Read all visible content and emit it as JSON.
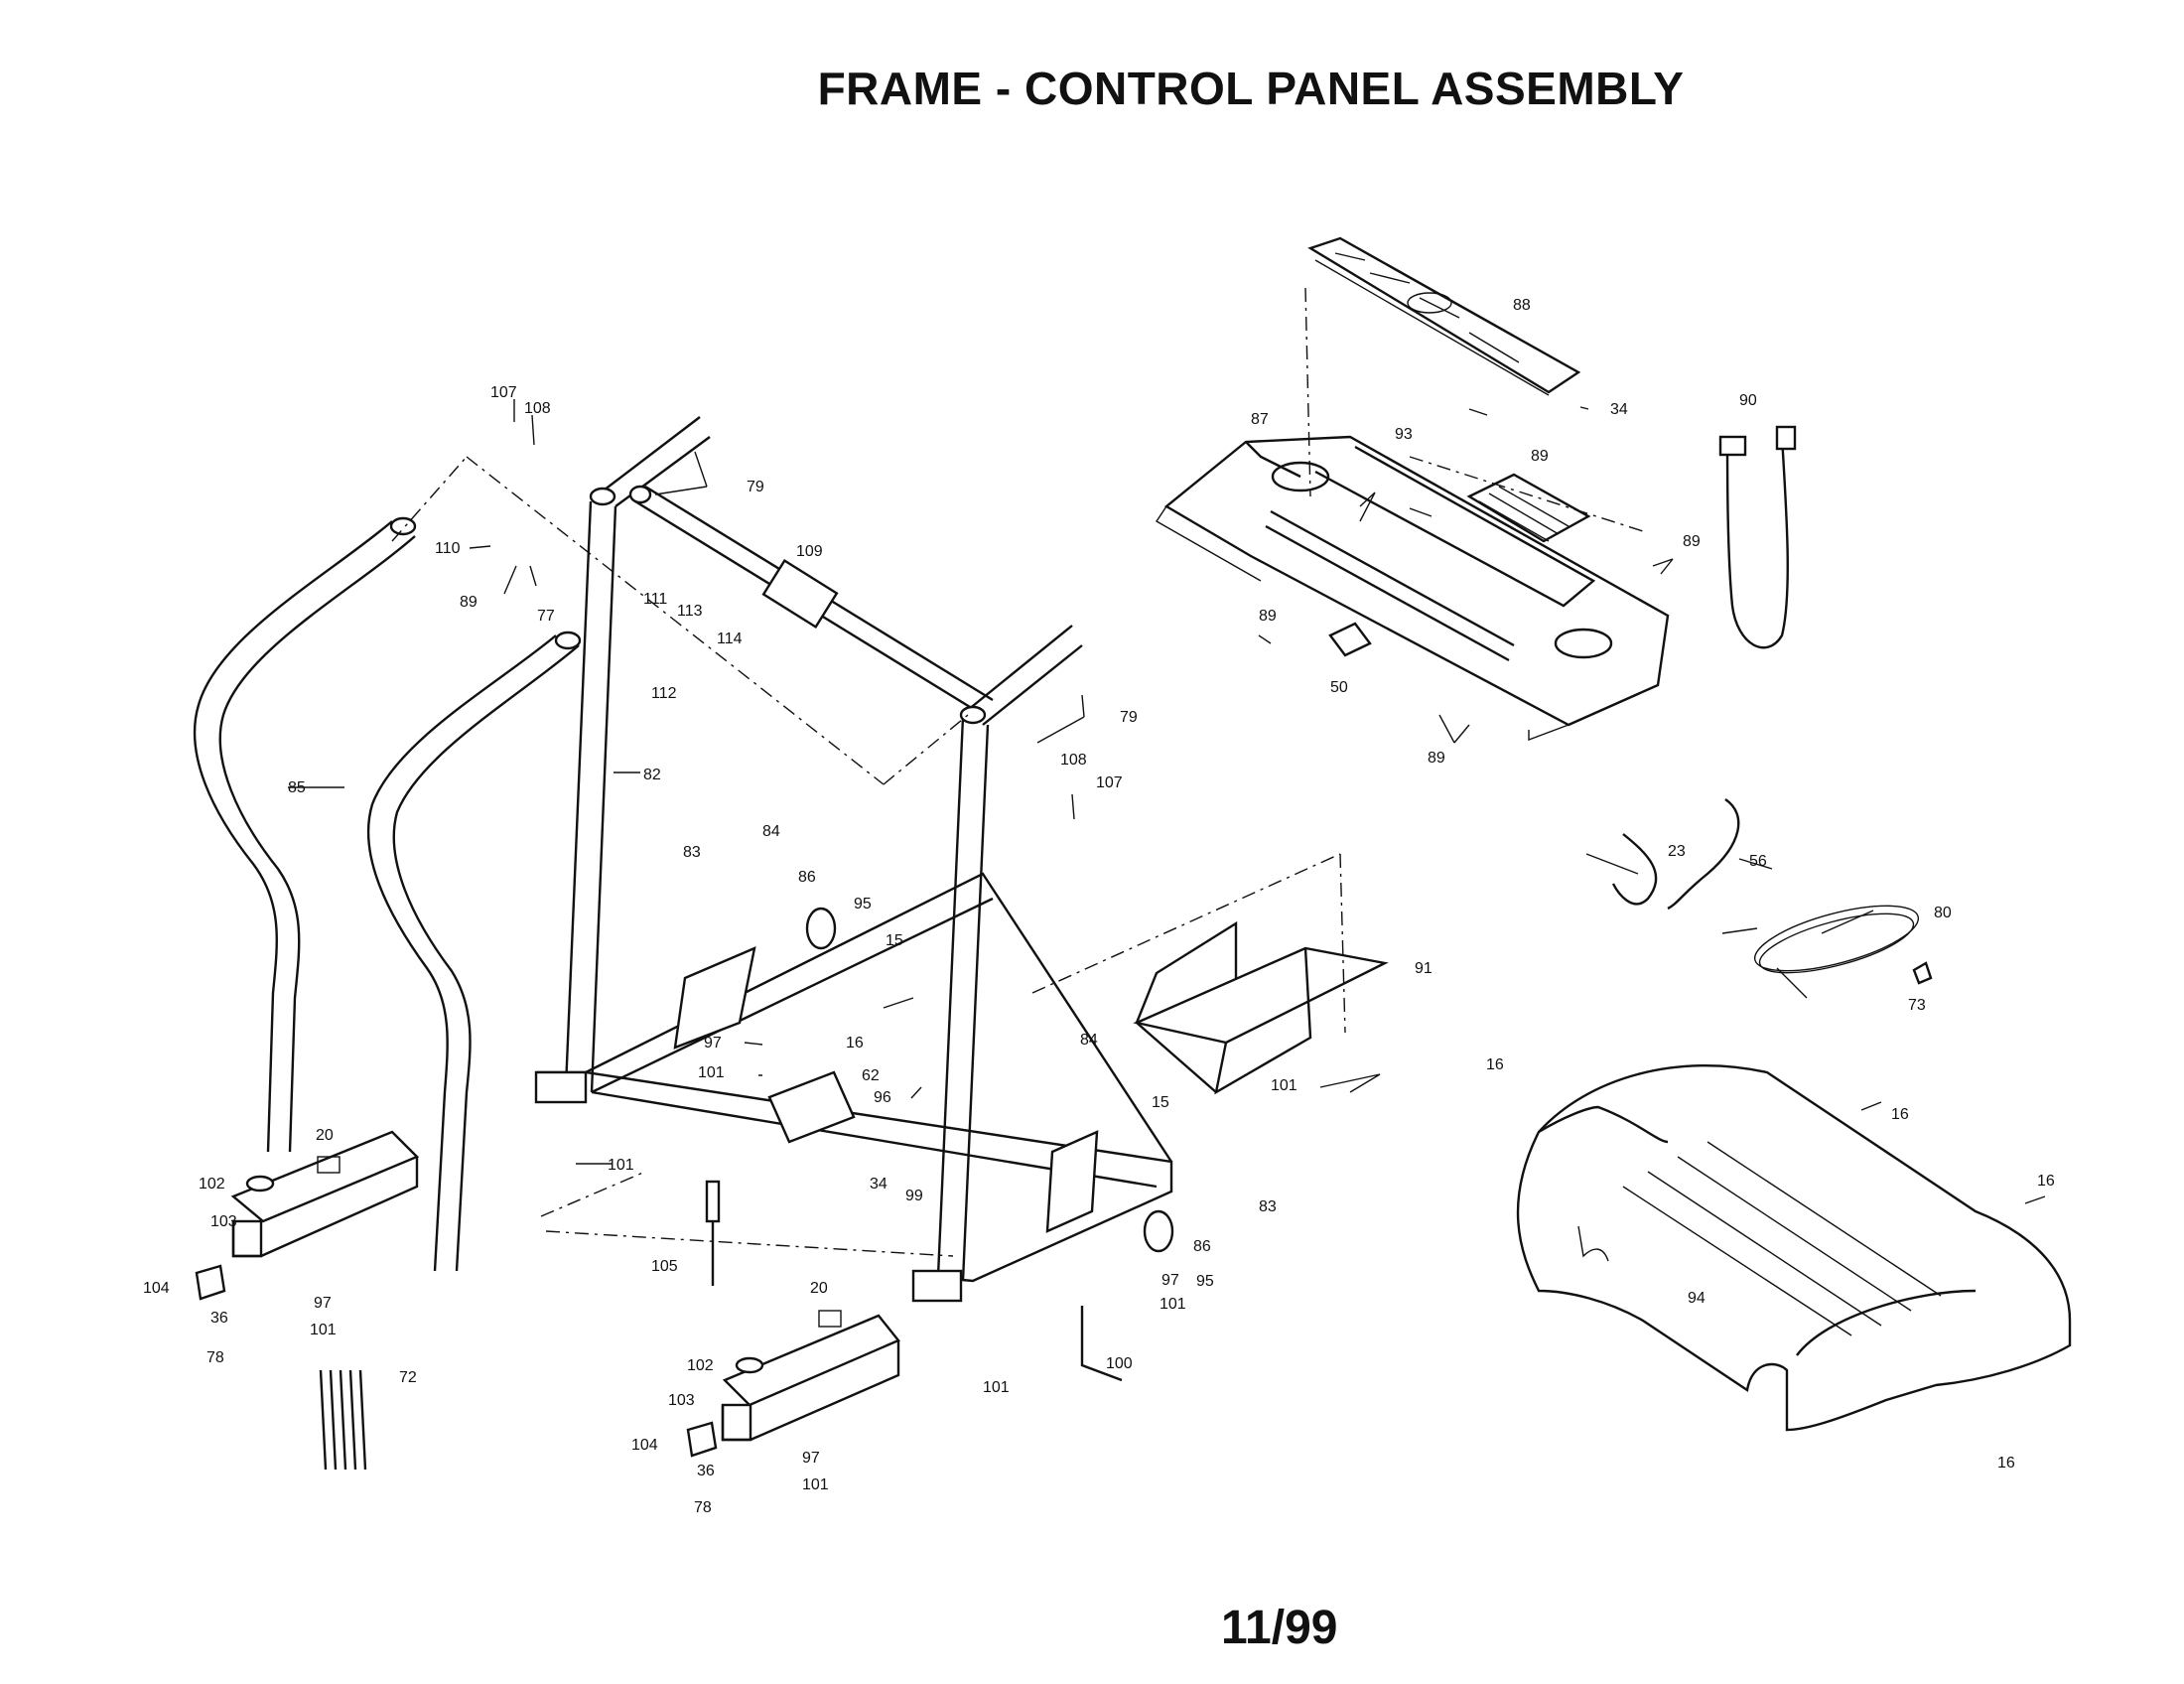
{
  "title": "FRAME - CONTROL PANEL ASSEMBLY",
  "page_number": "11/99",
  "callouts": [
    {
      "id": "107a",
      "text": "107"
    },
    {
      "id": "108a",
      "text": "108"
    },
    {
      "id": "79a",
      "text": "79"
    },
    {
      "id": "110",
      "text": "110"
    },
    {
      "id": "89a",
      "text": "89"
    },
    {
      "id": "77",
      "text": "77"
    },
    {
      "id": "109",
      "text": "109"
    },
    {
      "id": "111",
      "text": "111"
    },
    {
      "id": "113",
      "text": "113"
    },
    {
      "id": "114",
      "text": "114"
    },
    {
      "id": "112",
      "text": "112"
    },
    {
      "id": "79b",
      "text": "79"
    },
    {
      "id": "108b",
      "text": "108"
    },
    {
      "id": "107b",
      "text": "107"
    },
    {
      "id": "85",
      "text": "85"
    },
    {
      "id": "82",
      "text": "82"
    },
    {
      "id": "84a",
      "text": "84"
    },
    {
      "id": "83a",
      "text": "83"
    },
    {
      "id": "86a",
      "text": "86"
    },
    {
      "id": "95a",
      "text": "95"
    },
    {
      "id": "15a",
      "text": "15"
    },
    {
      "id": "97a",
      "text": "97"
    },
    {
      "id": "16a",
      "text": "16"
    },
    {
      "id": "101a",
      "text": "101"
    },
    {
      "id": "62",
      "text": "62"
    },
    {
      "id": "96",
      "text": "96"
    },
    {
      "id": "20a",
      "text": "20"
    },
    {
      "id": "102a",
      "text": "102"
    },
    {
      "id": "103a",
      "text": "103"
    },
    {
      "id": "104a",
      "text": "104"
    },
    {
      "id": "97b",
      "text": "97"
    },
    {
      "id": "36a",
      "text": "36"
    },
    {
      "id": "101b",
      "text": "101"
    },
    {
      "id": "78a",
      "text": "78"
    },
    {
      "id": "72",
      "text": "72"
    },
    {
      "id": "101c",
      "text": "101"
    },
    {
      "id": "34a",
      "text": "34"
    },
    {
      "id": "99",
      "text": "99"
    },
    {
      "id": "105",
      "text": "105"
    },
    {
      "id": "20b",
      "text": "20"
    },
    {
      "id": "102b",
      "text": "102"
    },
    {
      "id": "103b",
      "text": "103"
    },
    {
      "id": "104b",
      "text": "104"
    },
    {
      "id": "97c",
      "text": "97"
    },
    {
      "id": "36b",
      "text": "36"
    },
    {
      "id": "101d",
      "text": "101"
    },
    {
      "id": "78b",
      "text": "78"
    },
    {
      "id": "84b",
      "text": "84"
    },
    {
      "id": "15b",
      "text": "15"
    },
    {
      "id": "83b",
      "text": "83"
    },
    {
      "id": "86b",
      "text": "86"
    },
    {
      "id": "95b",
      "text": "95"
    },
    {
      "id": "97d",
      "text": "97"
    },
    {
      "id": "101e",
      "text": "101"
    },
    {
      "id": "100",
      "text": "100"
    },
    {
      "id": "101f",
      "text": "101"
    },
    {
      "id": "91",
      "text": "91"
    },
    {
      "id": "101g",
      "text": "101"
    },
    {
      "id": "88",
      "text": "88"
    },
    {
      "id": "34b",
      "text": "34"
    },
    {
      "id": "87",
      "text": "87"
    },
    {
      "id": "93",
      "text": "93"
    },
    {
      "id": "89b",
      "text": "89"
    },
    {
      "id": "89c",
      "text": "89"
    },
    {
      "id": "89d",
      "text": "89"
    },
    {
      "id": "50",
      "text": "50"
    },
    {
      "id": "89e",
      "text": "89"
    },
    {
      "id": "90",
      "text": "90"
    },
    {
      "id": "23",
      "text": "23"
    },
    {
      "id": "56",
      "text": "56"
    },
    {
      "id": "80",
      "text": "80"
    },
    {
      "id": "73",
      "text": "73"
    },
    {
      "id": "16b",
      "text": "16"
    },
    {
      "id": "16c",
      "text": "16"
    },
    {
      "id": "16d",
      "text": "16"
    },
    {
      "id": "94",
      "text": "94"
    },
    {
      "id": "16e",
      "text": "16"
    }
  ]
}
